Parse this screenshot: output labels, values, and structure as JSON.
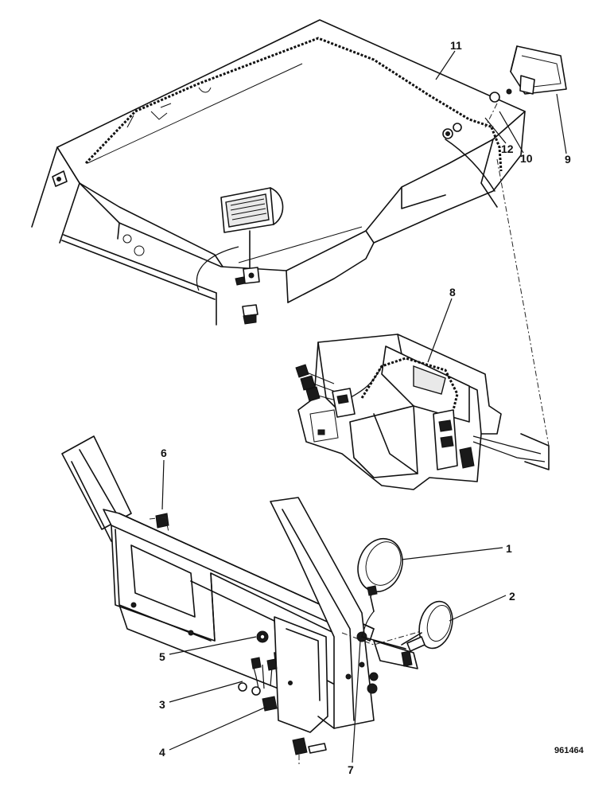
{
  "callouts": {
    "c1": "1",
    "c2": "2",
    "c3": "3",
    "c4": "4",
    "c5": "5",
    "c6": "6",
    "c7": "7",
    "c8": "8",
    "c9": "9",
    "c10": "10",
    "c11": "11",
    "c12": "12"
  },
  "drawing_number": "961464"
}
